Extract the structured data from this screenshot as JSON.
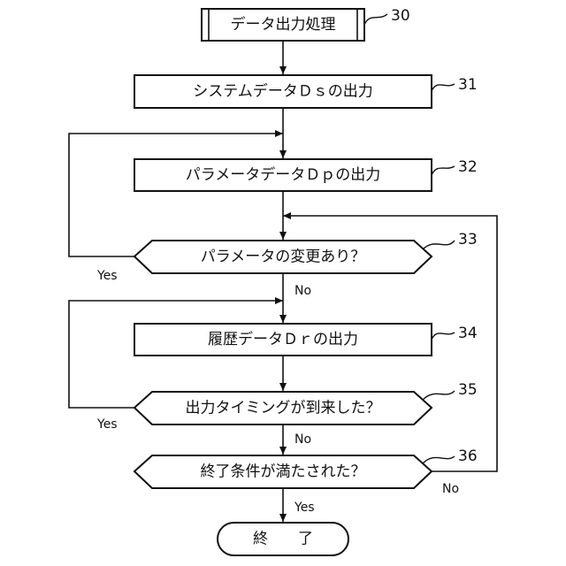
{
  "flowchart": {
    "start": {
      "label": "データ出力処理",
      "ref": "30"
    },
    "steps": {
      "output_system_data": {
        "label": "システムデータＤｓの出力",
        "ref": "31"
      },
      "output_parameter_data": {
        "label": "パラメータデータＤｐの出力",
        "ref": "32"
      },
      "output_history_data": {
        "label": "履歴データＤｒの出力",
        "ref": "34"
      }
    },
    "decisions": {
      "parameter_changed": {
        "label": "パラメータの変更あり？",
        "ref": "33",
        "yes": "Yes",
        "no": "No"
      },
      "output_timing_reached": {
        "label": "出力タイミングが到来した？",
        "ref": "35",
        "yes": "Yes",
        "no": "No"
      },
      "end_condition_met": {
        "label": "終了条件が満たされた？",
        "ref": "36",
        "yes": "Yes",
        "no": "No"
      }
    },
    "end": {
      "label": "終　　了"
    }
  }
}
